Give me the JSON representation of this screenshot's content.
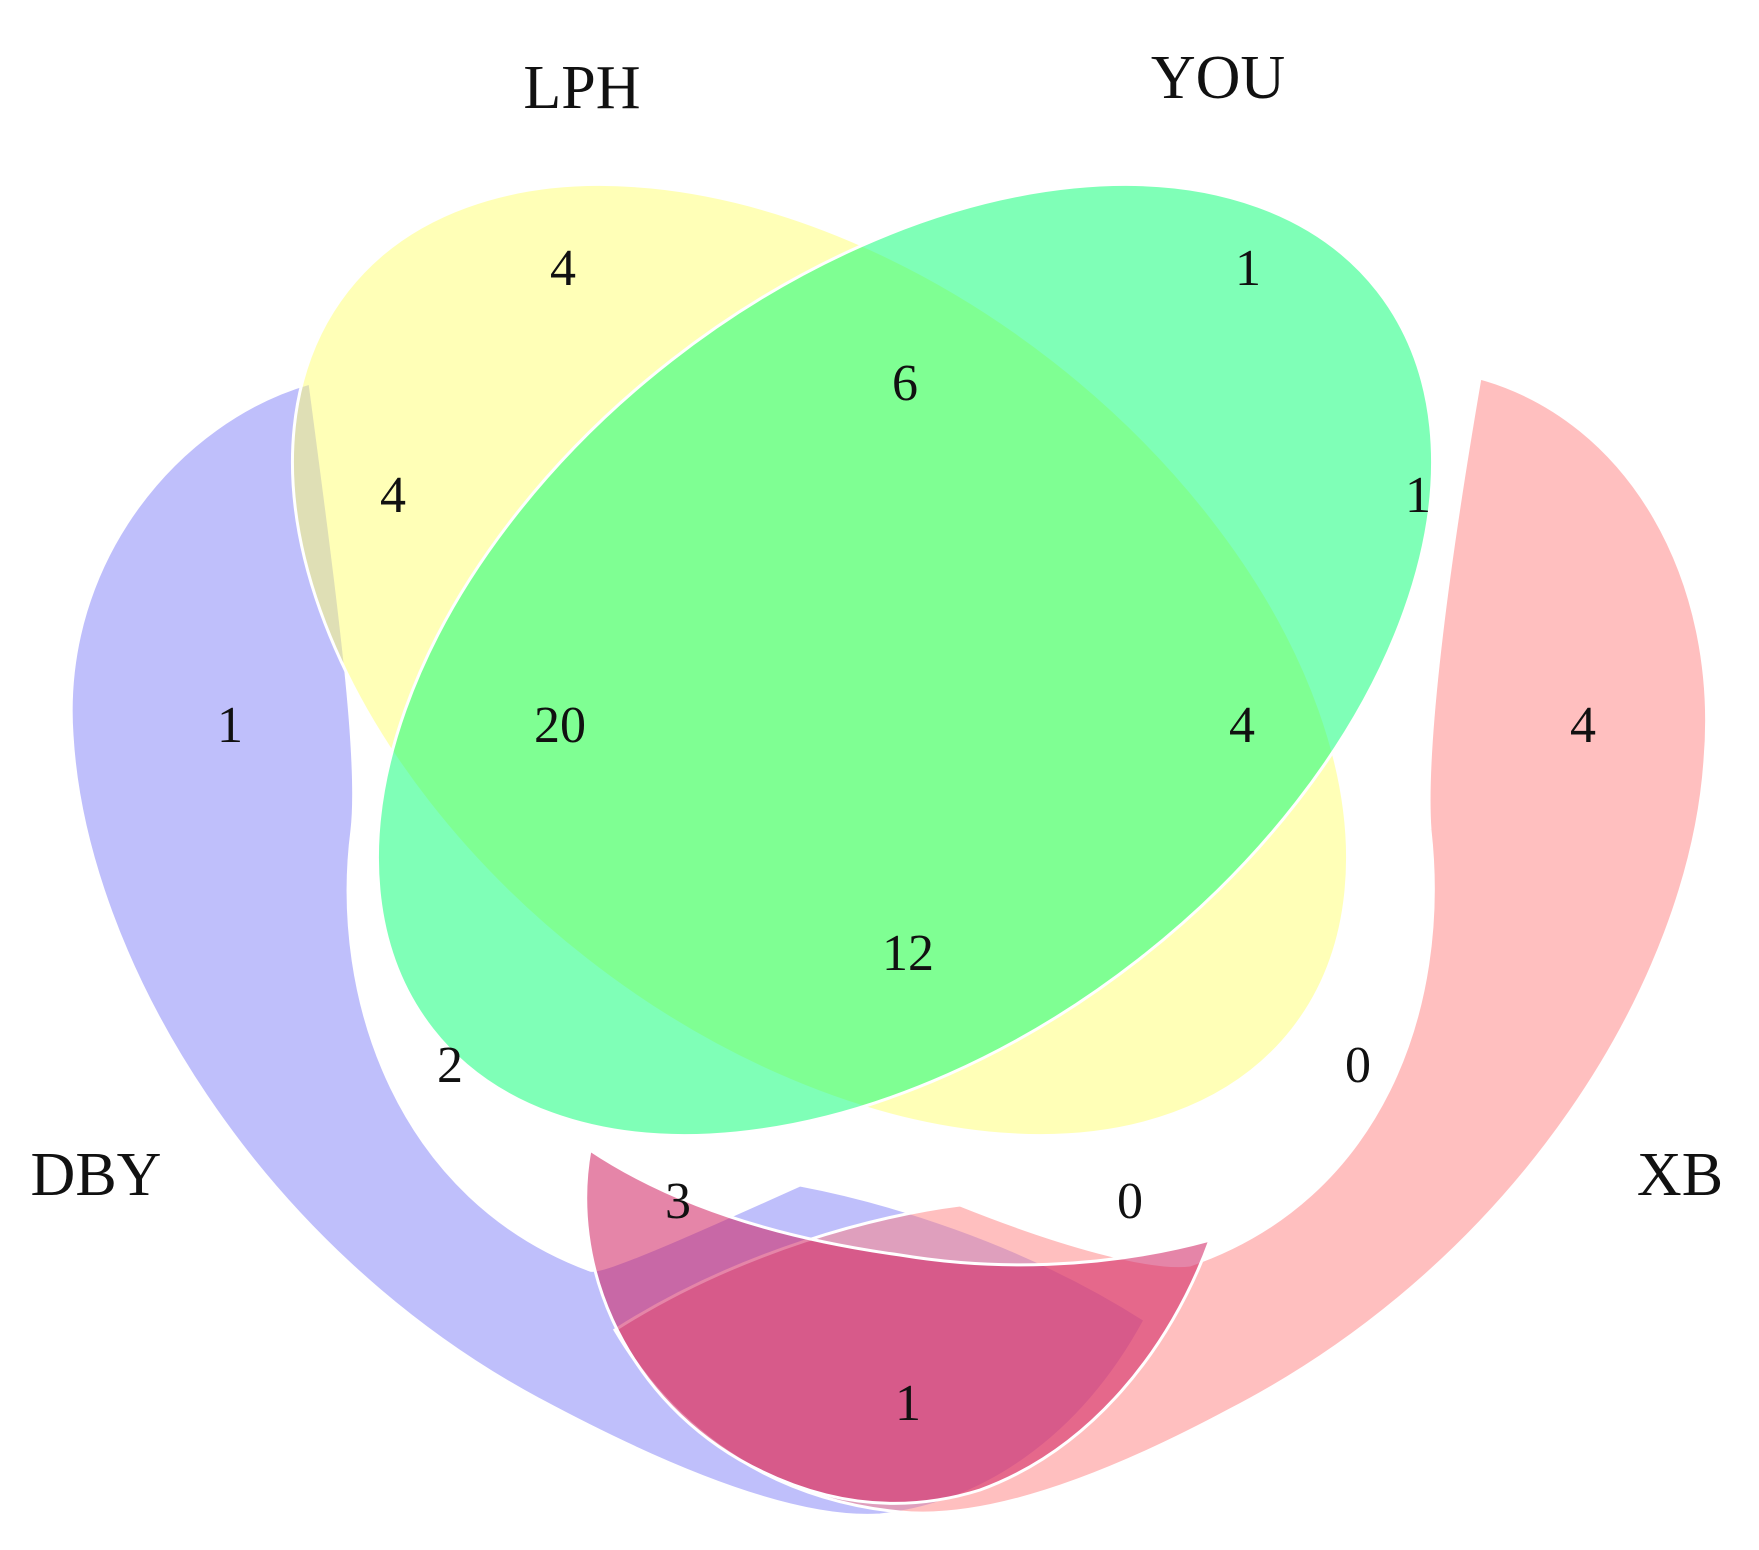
{
  "sets": [
    {
      "id": "dby",
      "label": "DBY",
      "color": "#7f7ff8"
    },
    {
      "id": "lph",
      "label": "LPH",
      "color": "#ffff70"
    },
    {
      "id": "you",
      "label": "YOU",
      "color": "#00ff70"
    },
    {
      "id": "xb",
      "label": "XB",
      "color": "#ff8080"
    }
  ],
  "regions": {
    "dby_only": "1",
    "lph_only": "4",
    "you_only": "1",
    "xb_only": "4",
    "dby_lph": "4",
    "lph_you": "6",
    "you_xb": "1",
    "dby_xb": "1",
    "dby_lph_you": "20",
    "lph_you_xb": "4",
    "dby_you": "2",
    "lph_xb": "0",
    "dby_lph_xb": "3",
    "dby_you_xb": "0",
    "all": "12"
  }
}
